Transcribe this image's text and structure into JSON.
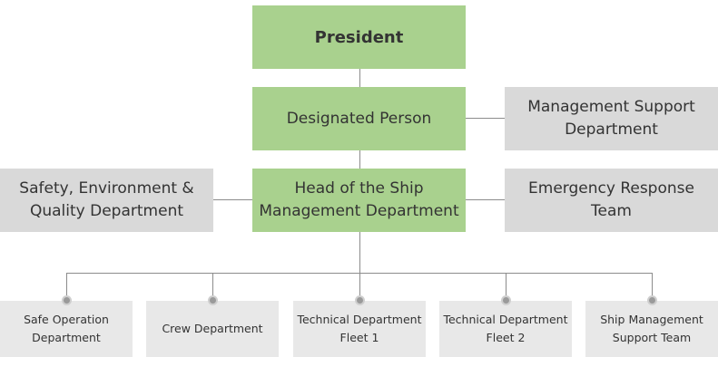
{
  "president": "President",
  "designated_person": "Designated Person",
  "management_support": "Management Support\nDepartment",
  "head_ship_mgmt": "Head of the Ship\nManagement Department",
  "safety_env_quality": "Safety, Environment &\nQuality Department",
  "emergency_response": "Emergency Response\nTeam",
  "departments": [
    "Safe Operation\nDepartment",
    "Crew Department",
    "Technical Department\nFleet 1",
    "Technical Department\nFleet 2",
    "Ship Management\nSupport Team"
  ],
  "colors": {
    "green": "#a9d18e",
    "gray": "#d9d9d9",
    "light_gray": "#e8e8e8",
    "connector": "#8c8c8c"
  }
}
